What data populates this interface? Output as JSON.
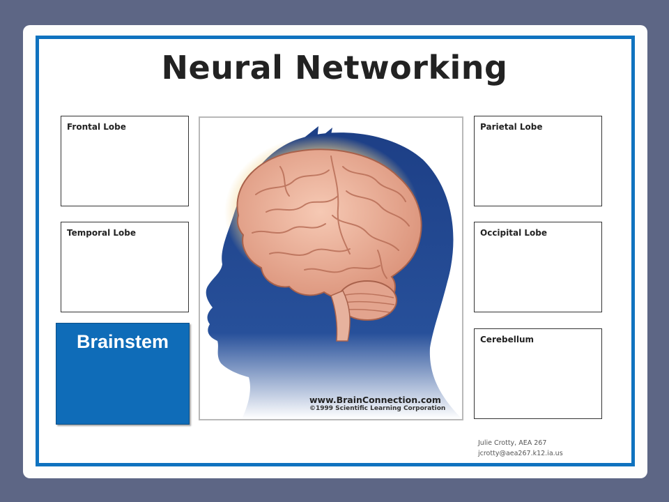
{
  "slide": {
    "title": "Neural Networking",
    "frame_color": "#0f72bf",
    "background_color": "#5d6685"
  },
  "labels": {
    "frontal": "Frontal Lobe",
    "temporal": "Temporal Lobe",
    "brainstem": "Brainstem",
    "parietal": "Parietal Lobe",
    "occipital": "Occipital Lobe",
    "cerebellum": "Cerebellum"
  },
  "image": {
    "credit_site": "www.BrainConnection.com",
    "credit_copyright": "©1999 Scientific Learning Corporation"
  },
  "author": {
    "name": "Julie Crotty, AEA 267",
    "email": "jcrotty@aea267.k12.ia.us"
  }
}
